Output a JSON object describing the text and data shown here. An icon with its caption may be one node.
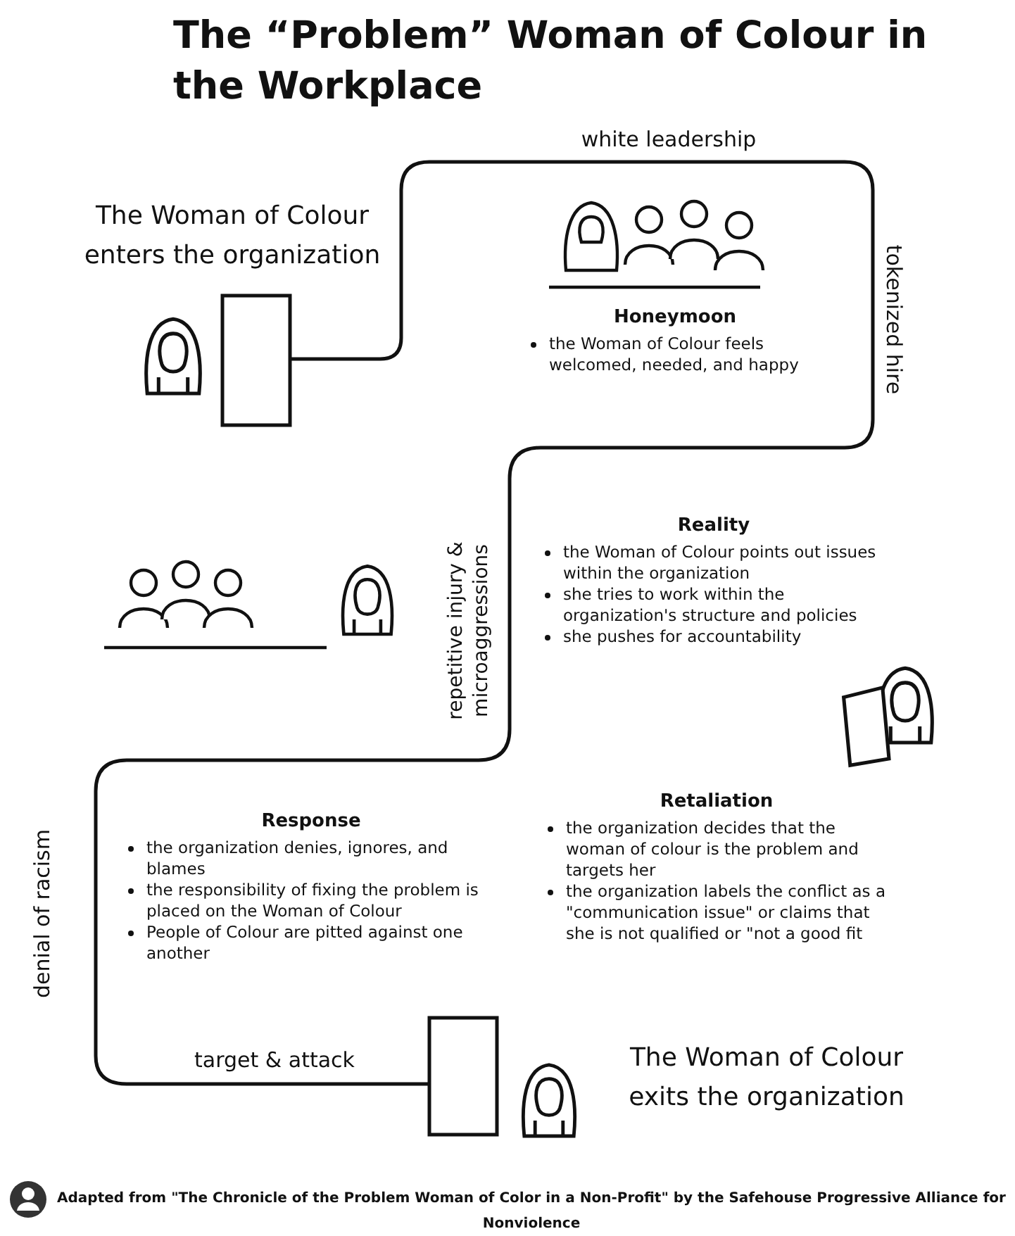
{
  "diagram": {
    "title": "The “Problem” Woman of Colour in the Workplace",
    "nodes": [
      {
        "text": [
          "The Woman of Colour enters the organization"
        ]
      },
      {
        "text": [],
        "shape": "box"
      },
      {
        "text": [
          "Honeymoon",
          "the Woman of Colour feels welcomed, needed, and happy"
        ]
      },
      {
        "text": [
          "Reality",
          "the Woman of Colour points out issues within the organization",
          "she tries to work within the organization's structure and policies",
          "she pushes for accountability"
        ]
      },
      {
        "text": [
          "Response",
          "the organization denies, ignores, and blames",
          "the responsibility of fixing the problem is placed on the Woman of Colour",
          "People of Colour are pitted against one another"
        ]
      },
      {
        "text": [
          "Retaliation",
          "the organization decides that the woman of colour is the problem and targets her",
          "the organization labels the conflict as a \"communication issue\" or claims that she is not qualified or \"not a good fit"
        ]
      },
      {
        "text": [],
        "shape": "box"
      },
      {
        "text": [
          "The Woman of Colour exits the organization"
        ]
      }
    ],
    "edges": [
      {
        "from": 1,
        "to": 6,
        "arrow": "none"
      }
    ],
    "labels": [
      "white leadership",
      "tokenized hire",
      "repetitive injury & microaggressions",
      "denial of racism",
      "target & attack",
      "Adapted from \"The Chronicle of the Problem Woman of Color in a Non-Profit\" by the Safehouse Progressive Alliance for Nonviolence"
    ]
  }
}
